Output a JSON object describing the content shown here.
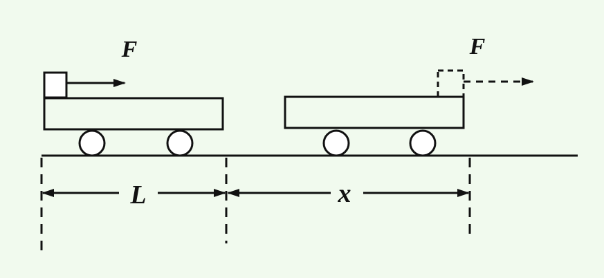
{
  "labels": {
    "force_left": "F",
    "force_right": "F",
    "length": "L",
    "displacement": "x"
  },
  "colors": {
    "background": "#f1faee",
    "stroke": "#111111"
  },
  "icons": {
    "block": "square-block",
    "force_arrow": "right-arrow",
    "wheel": "circle"
  }
}
